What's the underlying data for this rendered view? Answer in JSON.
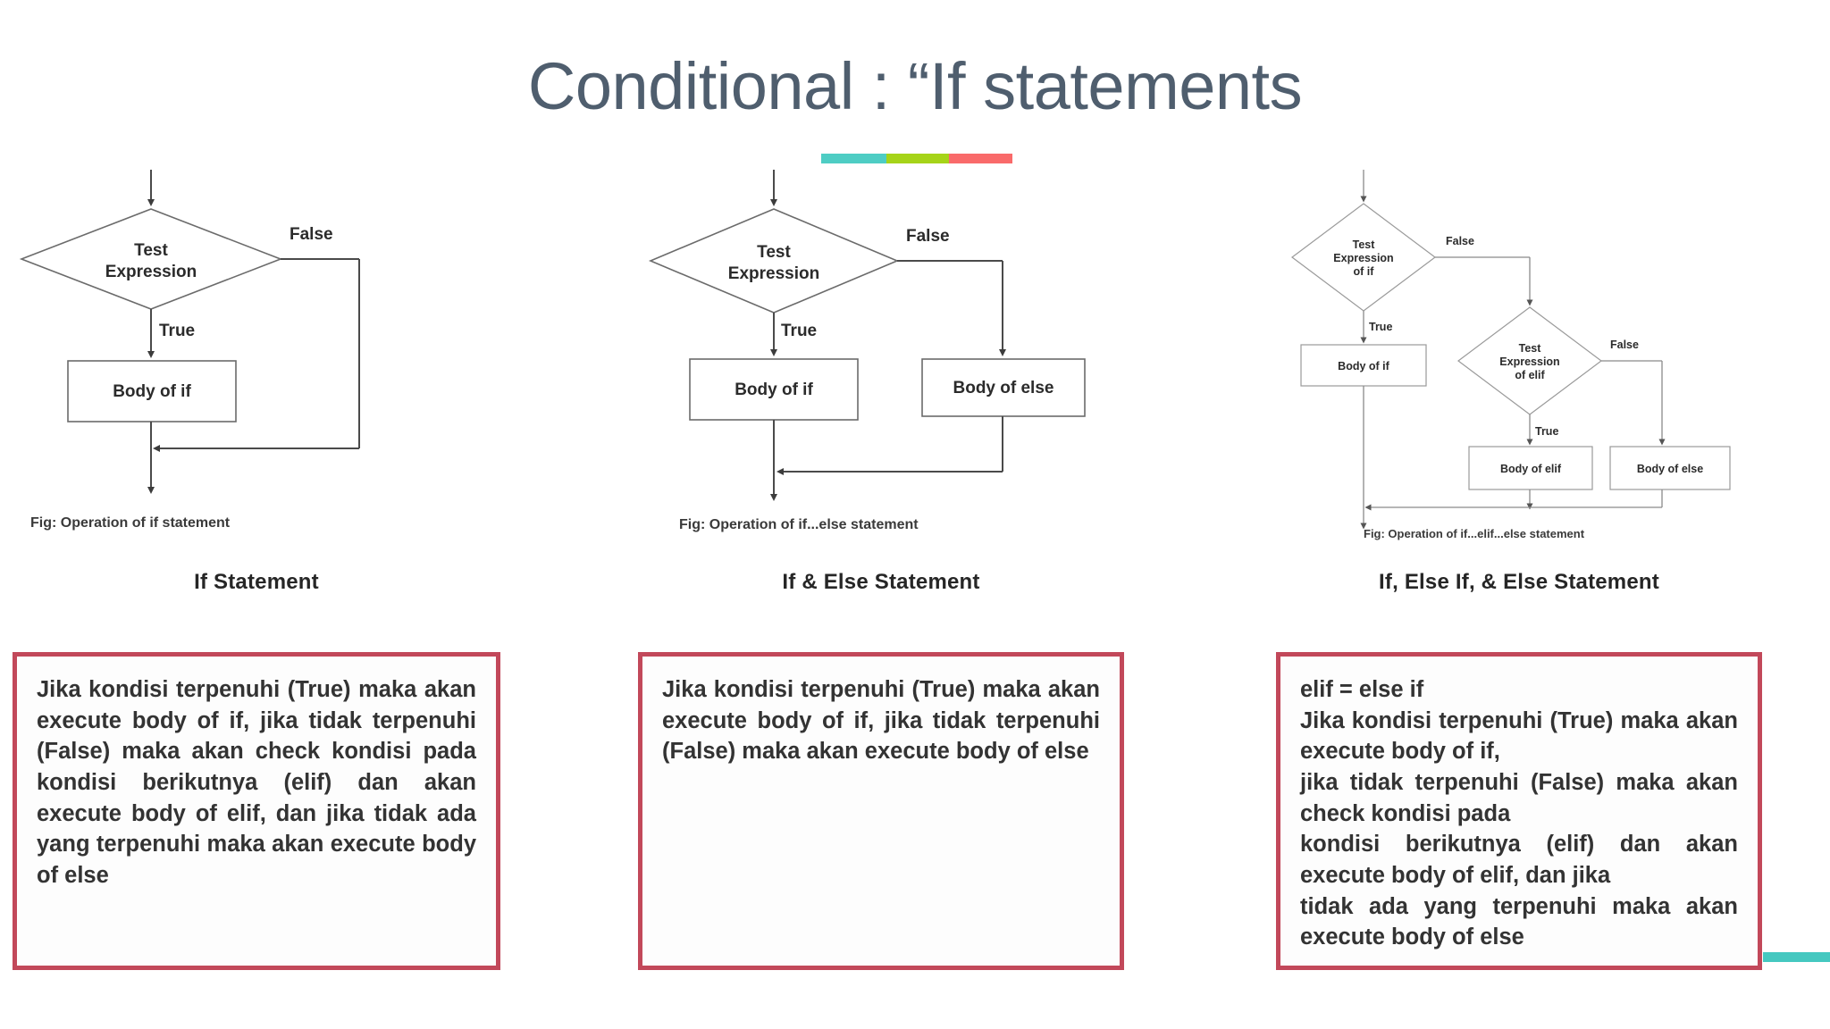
{
  "slide": {
    "title": "Conditional : “If statements",
    "title_color": "#4F5E6E",
    "underline_colors": [
      "#4ECDC4",
      "#A6D419",
      "#F96A6A"
    ],
    "accent_color": "#45C8C0",
    "box_border_color": "#C2485A",
    "background": "#FFFFFF"
  },
  "columns": [
    {
      "id": "if-statement",
      "caption": "If Statement",
      "figure": {
        "caption": "Fig: Operation of if statement",
        "nodes": [
          {
            "type": "decision",
            "label": "Test\nExpression"
          },
          {
            "type": "process",
            "label": "Body of if"
          }
        ],
        "edge_labels": [
          "False",
          "True"
        ]
      },
      "note": "Jika kondisi terpenuhi (True) maka akan execute body of if, jika tidak terpenuhi (False) maka akan check kondisi pada kondisi berikutnya (elif) dan akan execute body of elif, dan jika tidak ada yang terpenuhi maka akan execute body of else"
    },
    {
      "id": "if-else-statement",
      "caption": "If & Else Statement",
      "figure": {
        "caption": "Fig: Operation of if...else statement",
        "nodes": [
          {
            "type": "decision",
            "label": "Test\nExpression"
          },
          {
            "type": "process",
            "label": "Body of if"
          },
          {
            "type": "process",
            "label": "Body of else"
          }
        ],
        "edge_labels": [
          "False",
          "True"
        ]
      },
      "note": "Jika kondisi terpenuhi (True) maka akan execute body of if, jika tidak terpenuhi (False) maka akan execute body of else"
    },
    {
      "id": "if-elif-else-statement",
      "caption": "If, Else If, & Else Statement",
      "figure": {
        "caption": "Fig: Operation of if...elif...else statement",
        "nodes": [
          {
            "type": "decision",
            "label": "Test\nExpression\nof if"
          },
          {
            "type": "decision",
            "label": "Test\nExpression\nof elif"
          },
          {
            "type": "process",
            "label": "Body of if"
          },
          {
            "type": "process",
            "label": "Body of elif"
          },
          {
            "type": "process",
            "label": "Body of else"
          }
        ],
        "edge_labels": [
          "False",
          "True",
          "False",
          "True"
        ]
      },
      "note": "elif = else if\nJika kondisi terpenuhi (True) maka akan execute body of if,\njika tidak terpenuhi (False) maka akan check kondisi pada\nkondisi berikutnya (elif) dan akan execute body of elif, dan jika\ntidak ada yang terpenuhi maka akan execute body of else"
    }
  ],
  "figure_text": {
    "test_expression": "Test",
    "test_expression_2": "Expression",
    "of_if": "of if",
    "of_elif": "of elif",
    "body_of_if": "Body of if",
    "body_of_else": "Body of else",
    "body_of_elif": "Body of elif",
    "true_label": "True",
    "false_label": "False",
    "caption_1": "Fig: Operation of if statement",
    "caption_2": "Fig: Operation of if...else statement",
    "caption_3": "Fig: Operation of if...elif...else statement"
  }
}
